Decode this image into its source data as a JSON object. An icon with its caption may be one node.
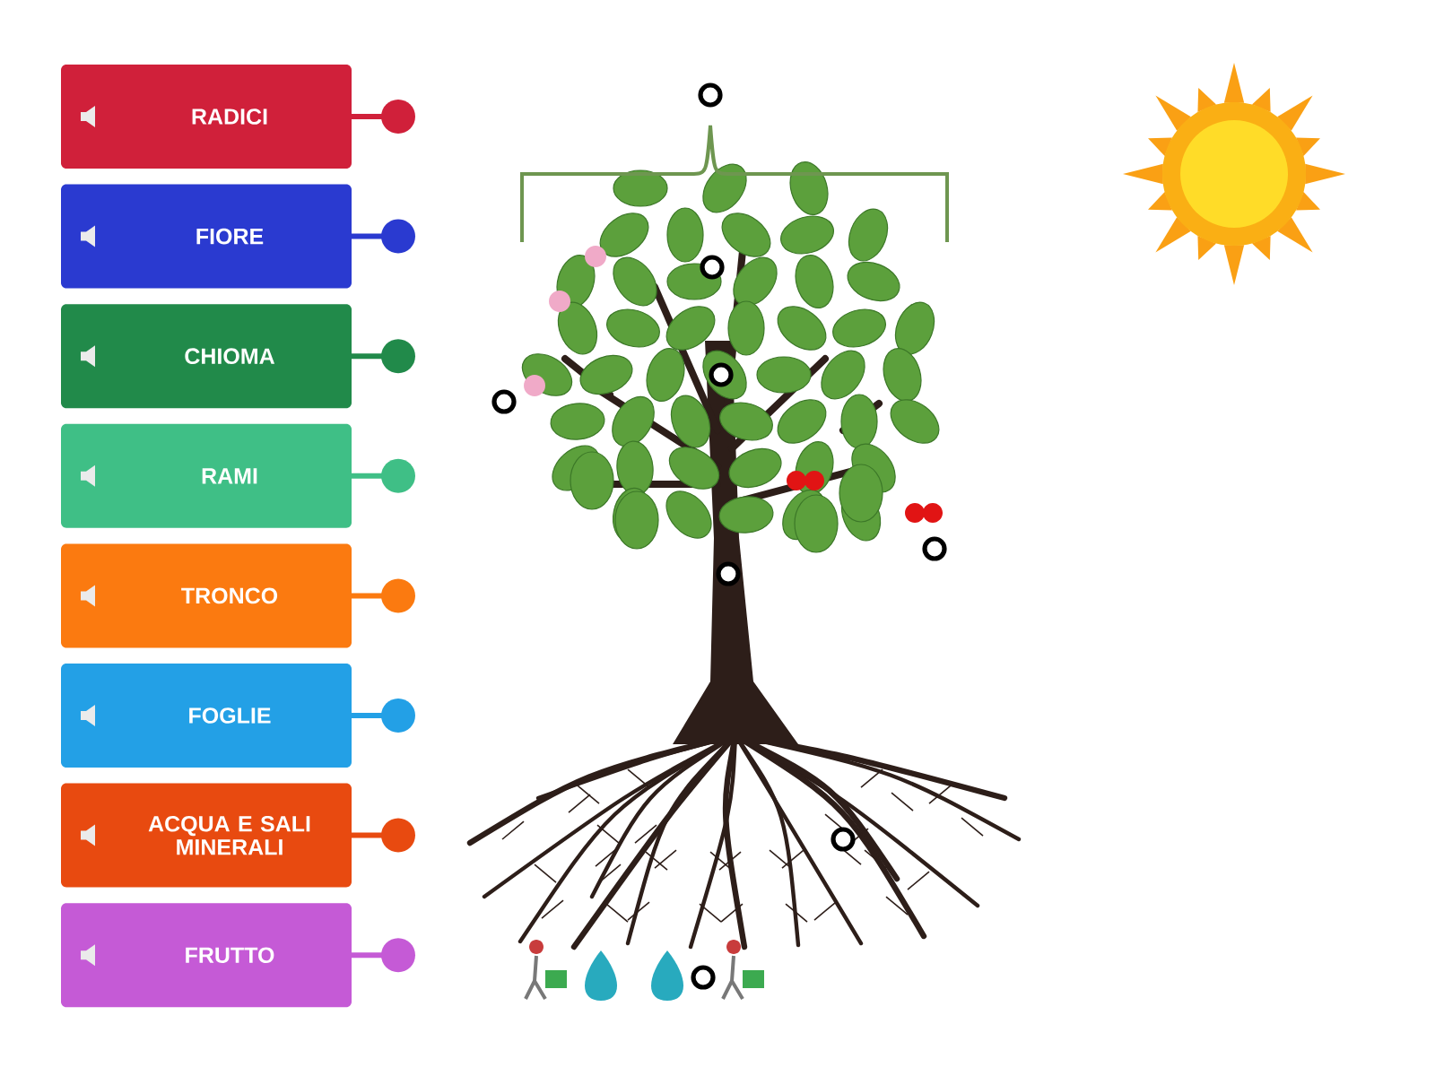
{
  "diagram": {
    "nodes": [
      {
        "text": [
          "RADICI"
        ]
      },
      {
        "text": [
          "FIORE"
        ]
      },
      {
        "text": [
          "CHIOMA"
        ]
      },
      {
        "text": [
          "RAMI"
        ]
      },
      {
        "text": [
          "TRONCO"
        ]
      },
      {
        "text": [
          "FOGLIE"
        ]
      },
      {
        "text": [
          "ACQUA E SALI MINERALI"
        ]
      },
      {
        "text": [
          "FRUTTO"
        ]
      },
      {
        "text": [],
        "shape": "circle"
      },
      {
        "text": [],
        "shape": "circle"
      },
      {
        "text": [],
        "shape": "circle"
      },
      {
        "text": [],
        "shape": "circle"
      },
      {
        "text": [],
        "shape": "circle"
      },
      {
        "text": [],
        "shape": "circle"
      },
      {
        "text": [],
        "shape": "circle"
      },
      {
        "text": [],
        "shape": "circle"
      }
    ]
  }
}
